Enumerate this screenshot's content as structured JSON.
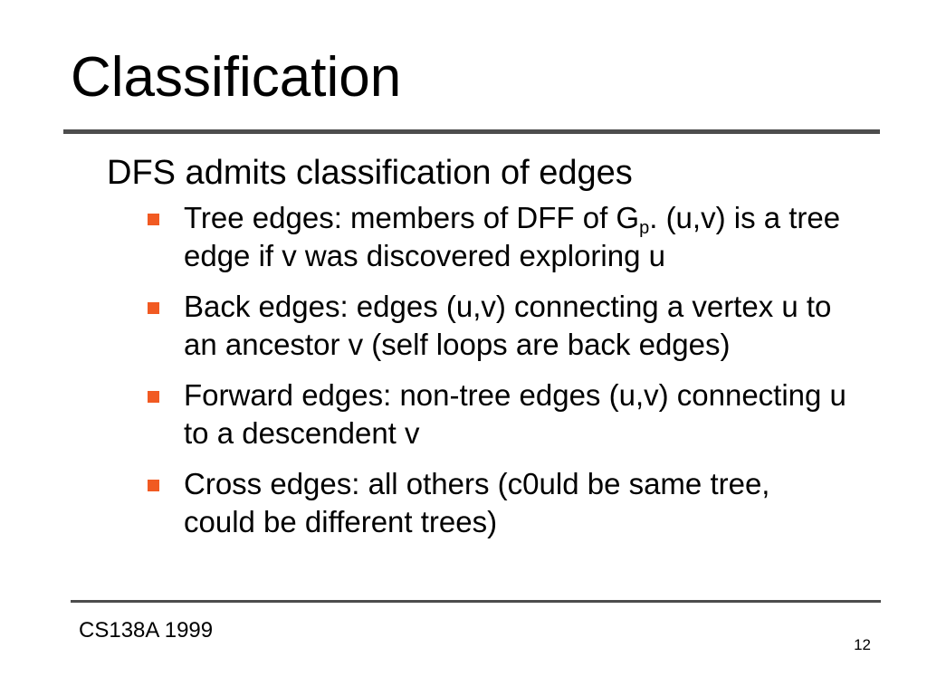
{
  "slide": {
    "title": "Classification",
    "lead": "DFS admits classification of edges",
    "bullets": [
      {
        "pre": "Tree edges: members of DFF of G",
        "sub": "p",
        "post": ". (u,v) is a tree edge if v was discovered exploring u"
      },
      {
        "pre": "Back edges: edges (u,v) connecting a vertex u to an ancestor v (self loops are back edges)"
      },
      {
        "pre": "Forward edges: non-tree edges (u,v) connecting u to a descendent v"
      },
      {
        "pre": "Cross edges: all others (c0uld be same tree, could be different trees)"
      }
    ],
    "footer": "CS138A 1999",
    "page_number": "12"
  },
  "colors": {
    "bullet_marker": "#f15a22",
    "rule": "#4d4d4d"
  }
}
